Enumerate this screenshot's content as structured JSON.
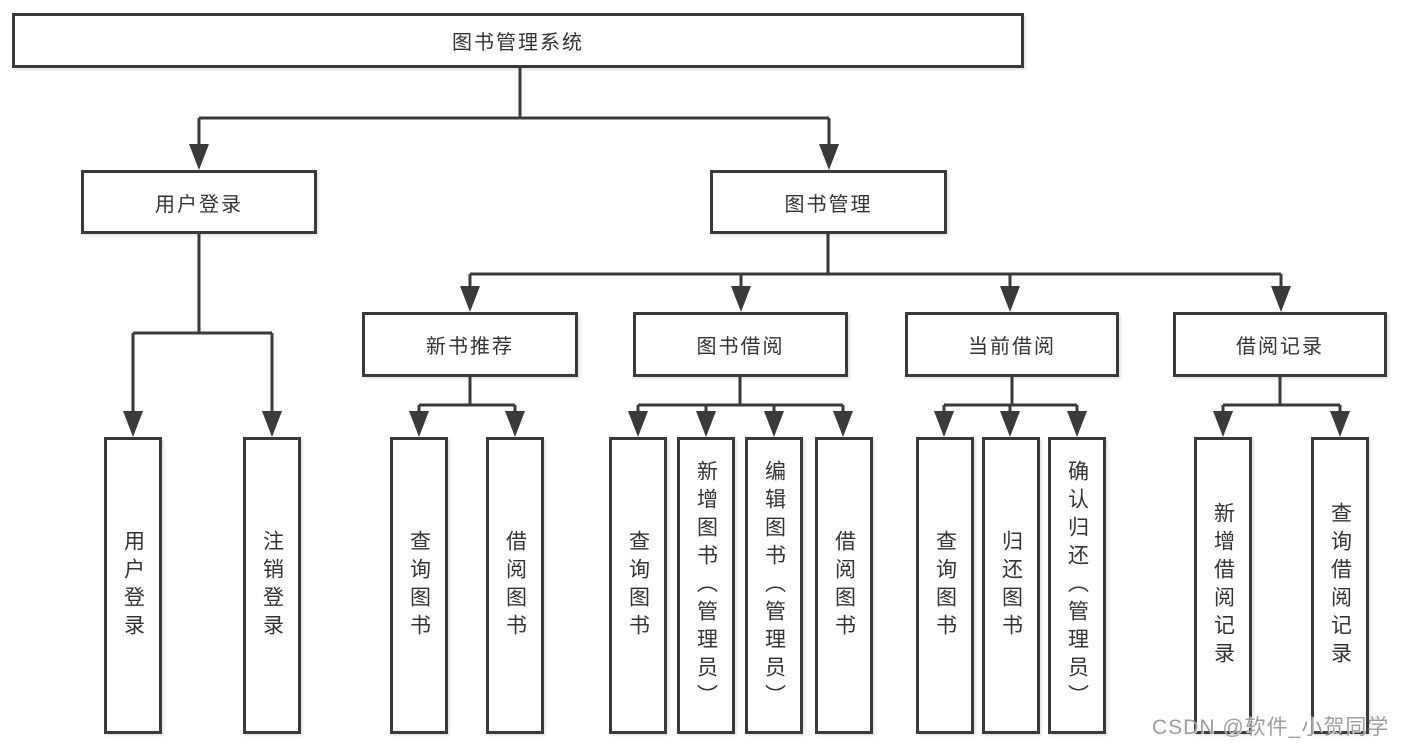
{
  "diagram_type": "function-structure-tree",
  "colors": {
    "line": "#3a3a3a",
    "box_border": "#3a3a3a",
    "box_fill": "#ffffff",
    "text": "#333333",
    "watermark": "#9d9d9d",
    "background": "#ffffff"
  },
  "tree": {
    "label": "图书管理系统",
    "children": [
      {
        "label": "用户登录",
        "children": [
          {
            "label": "用户登录"
          },
          {
            "label": "注销登录"
          }
        ]
      },
      {
        "label": "图书管理",
        "children": [
          {
            "label": "新书推荐",
            "children": [
              {
                "label": "查询图书"
              },
              {
                "label": "借阅图书"
              }
            ]
          },
          {
            "label": "图书借阅",
            "children": [
              {
                "label": "查询图书"
              },
              {
                "label": "新增图书（管理员）"
              },
              {
                "label": "编辑图书（管理员）"
              },
              {
                "label": "借阅图书"
              }
            ]
          },
          {
            "label": "当前借阅",
            "children": [
              {
                "label": "查询图书"
              },
              {
                "label": "归还图书"
              },
              {
                "label": "确认归还（管理员）"
              }
            ]
          },
          {
            "label": "借阅记录",
            "children": [
              {
                "label": "新增借阅记录"
              },
              {
                "label": "查询借阅记录"
              }
            ]
          }
        ]
      }
    ]
  },
  "watermark": {
    "text": "CSDN @软件_小贺同学"
  }
}
